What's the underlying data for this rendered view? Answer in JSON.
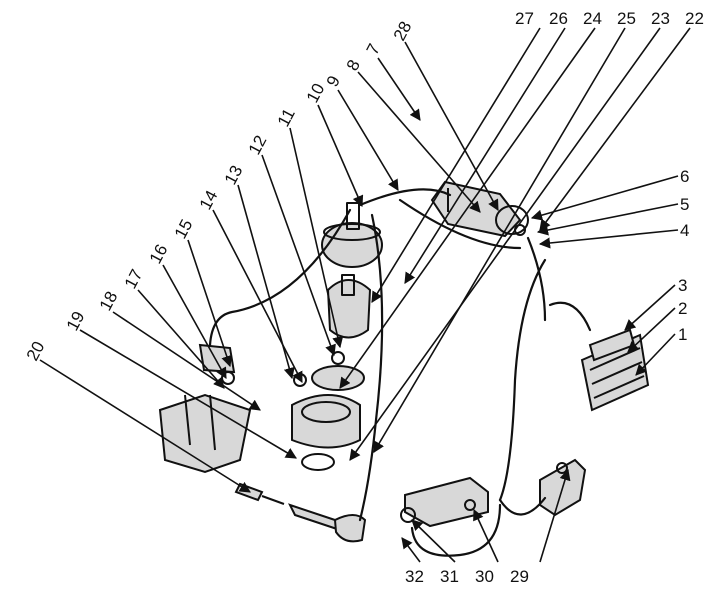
{
  "callouts": {
    "top": [
      "27",
      "26",
      "24",
      "25",
      "23",
      "22"
    ],
    "diag_top": [
      "28",
      "7",
      "8",
      "9",
      "10",
      "11",
      "12",
      "13",
      "14",
      "15",
      "16",
      "17",
      "18",
      "19",
      "20"
    ],
    "right": [
      "6",
      "5",
      "4",
      "3",
      "2",
      "1"
    ],
    "bottom": [
      "32",
      "31",
      "30",
      "29"
    ]
  },
  "colors": {
    "ink": "#111111",
    "paper": "#ffffff",
    "shade": "#d8d8d8"
  }
}
